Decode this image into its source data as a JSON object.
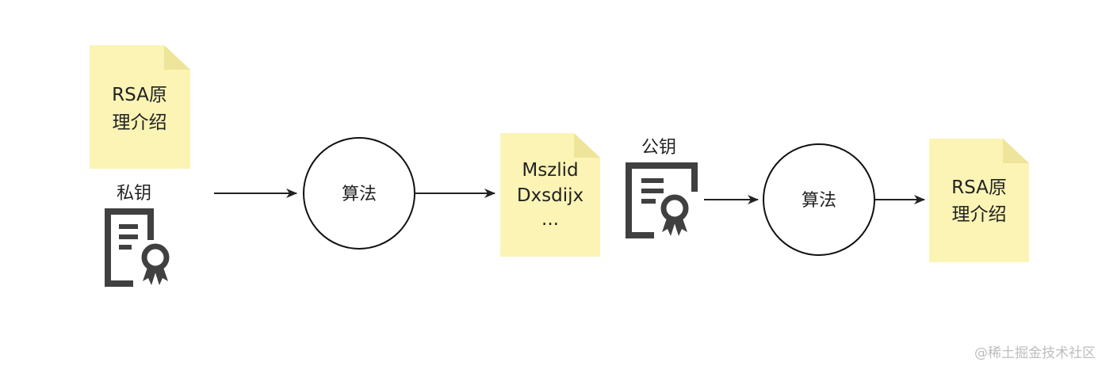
{
  "diagram": {
    "plaintext_doc": {
      "line1": "RSA原",
      "line2": "理介绍"
    },
    "private_key": {
      "label": "私钥",
      "icon": "certificate-icon"
    },
    "algorithm_1": {
      "label": "算法"
    },
    "ciphertext_doc": {
      "line1": "Mszlid",
      "line2": "Dxsdijx",
      "line3": "..."
    },
    "public_key": {
      "label": "公钥",
      "icon": "certificate-icon"
    },
    "algorithm_2": {
      "label": "算法"
    },
    "decrypted_doc": {
      "line1": "RSA原",
      "line2": "理介绍"
    }
  },
  "colors": {
    "note_fill": "#FBF4B5",
    "note_fold": "#EEE49A",
    "stroke": "#222222",
    "icon": "#404040",
    "watermark": "#BDBDBD"
  },
  "watermark": {
    "text": "@稀土掘金技术社区"
  }
}
